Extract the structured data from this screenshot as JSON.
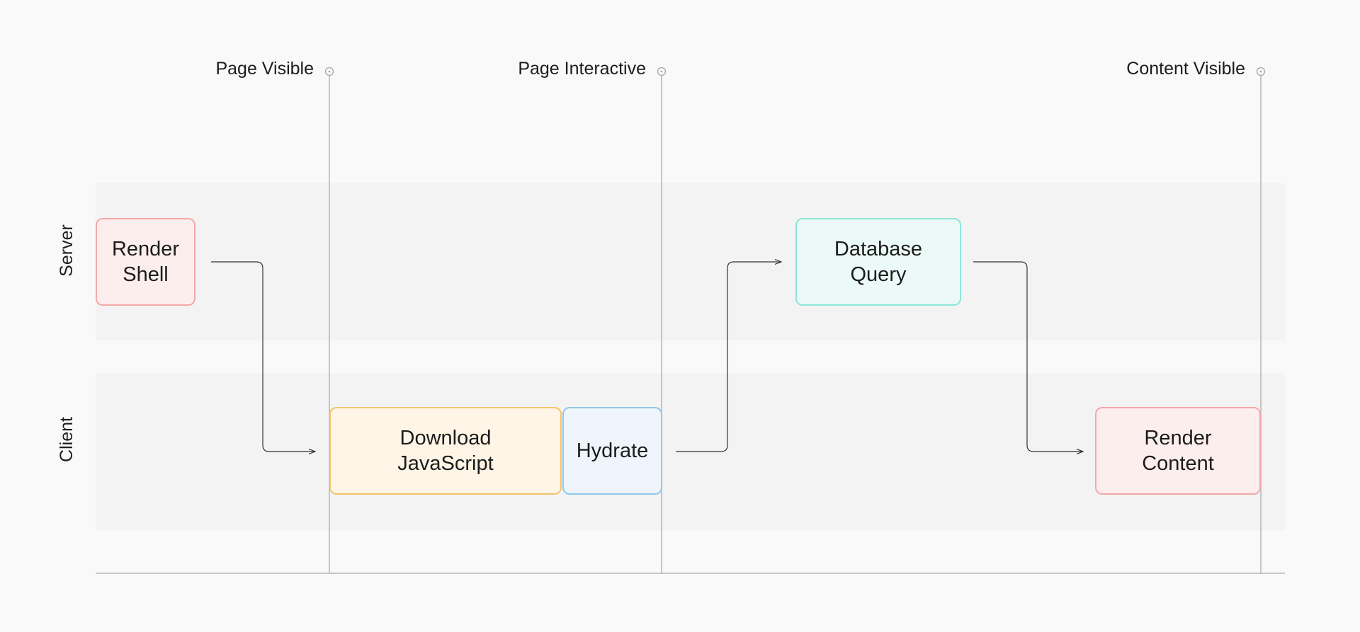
{
  "lanes": {
    "server_label": "Server",
    "client_label": "Client"
  },
  "markers": [
    {
      "label": "Page Visible"
    },
    {
      "label": "Page Interactive"
    },
    {
      "label": "Content Visible"
    }
  ],
  "steps": {
    "render_shell": {
      "label": "Render\nShell",
      "color": "#f4a8a8",
      "fill": "#fdeeee"
    },
    "download_js": {
      "label": "Download\nJavaScript",
      "color": "#f2c46e",
      "fill": "#fef5e6"
    },
    "hydrate": {
      "label": "Hydrate",
      "color": "#8fc8ea",
      "fill": "#eef5fc"
    },
    "database_query": {
      "label": "Database\nQuery",
      "color": "#8de6d8",
      "fill": "#ebfaf7"
    },
    "render_content": {
      "label": "Render\nContent",
      "color": "#f4a8a8",
      "fill": "#fdeeee"
    }
  },
  "colors": {
    "background": "#f9f9f9",
    "lane_fill": "#f3f3f3",
    "axis_line": "#b5b5b5",
    "arrow": "#333333"
  }
}
